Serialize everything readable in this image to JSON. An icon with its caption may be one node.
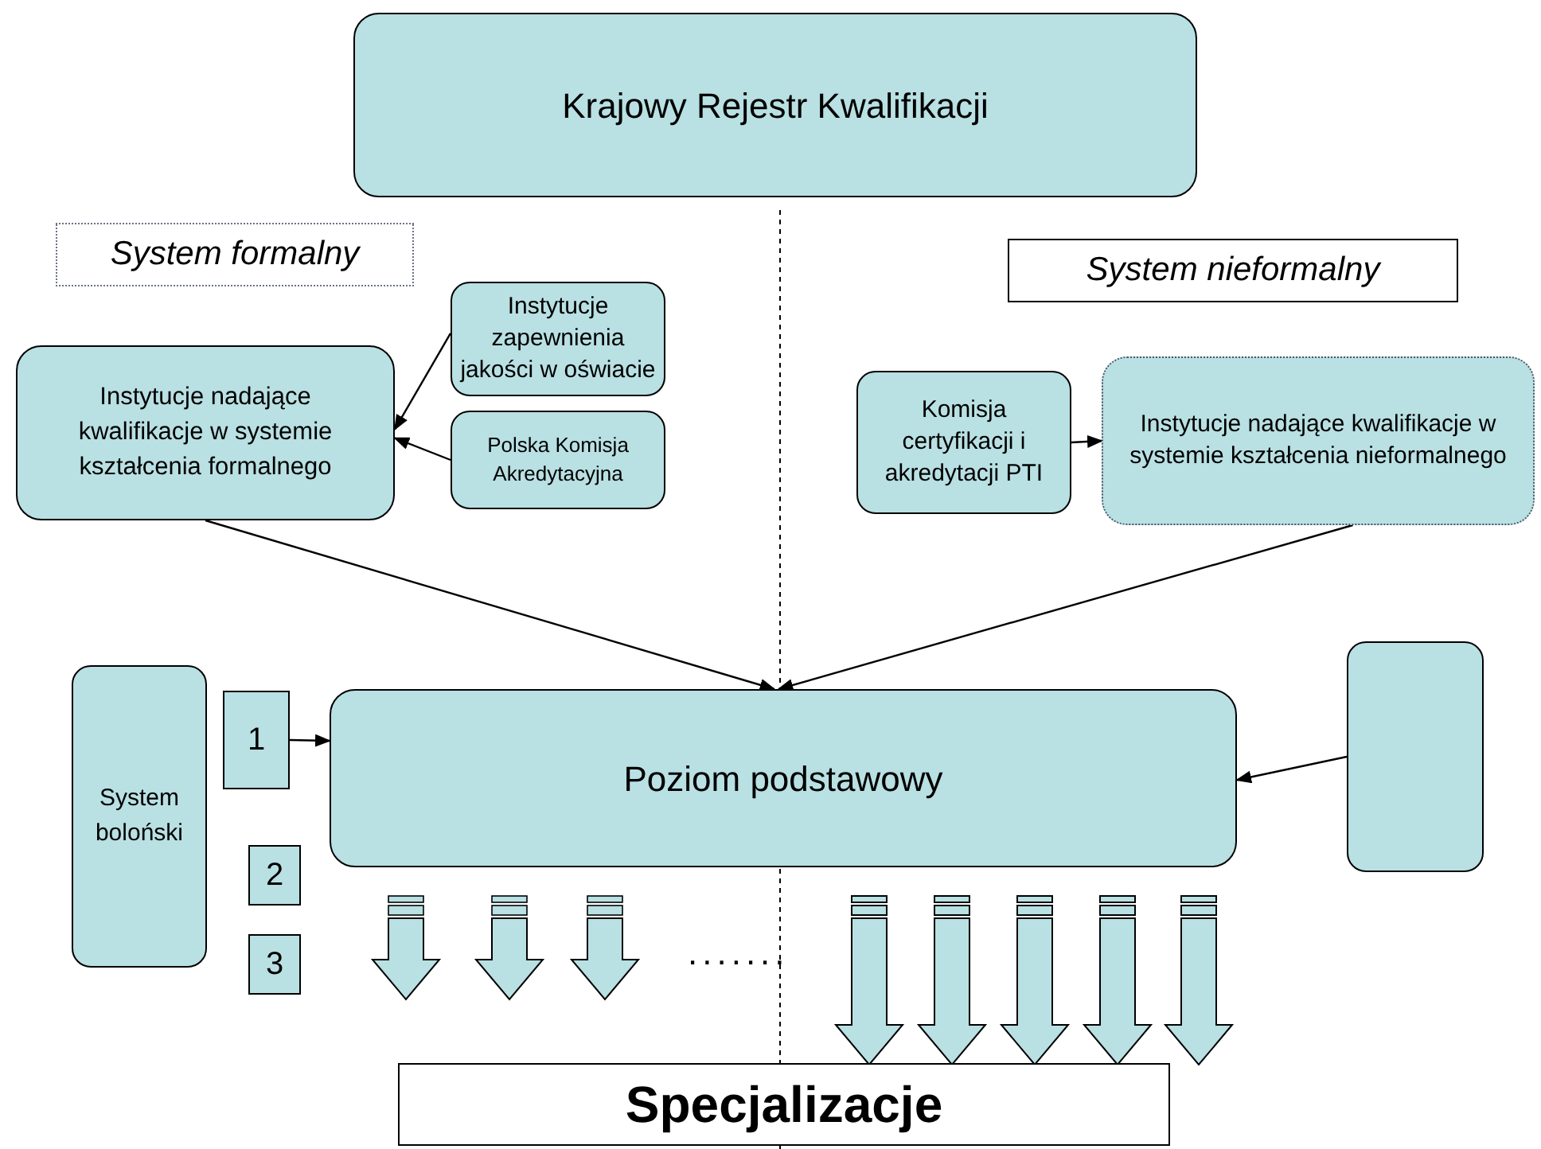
{
  "diagram": {
    "nodes": [
      {
        "text": [
          "Krajowy Rejestr Kwalifikacji"
        ]
      },
      {
        "text": [
          "System formalny"
        ]
      },
      {
        "text": [
          "System nieformalny"
        ]
      },
      {
        "text": [
          "Instytucje zapewnienia jakości w oświacie"
        ]
      },
      {
        "text": [
          "Instytucje nadające kwalifikacje w systemie kształcenia formalnego"
        ]
      },
      {
        "text": [
          "Polska Komisja Akredytacyjna"
        ]
      },
      {
        "text": [
          "Komisja certyfikacji i akredytacji PTI"
        ]
      },
      {
        "text": [
          "Instytucje nadające kwalifikacje  w systemie kształcenia nieformalnego"
        ]
      },
      {
        "text": [
          "System boloński"
        ]
      },
      {
        "text": [
          "1"
        ]
      },
      {
        "text": [
          "Poziom podstawowy"
        ]
      },
      {
        "text": [],
        "shape": "box"
      },
      {
        "text": [
          "2"
        ]
      },
      {
        "text": [
          "3"
        ]
      },
      {
        "text": [
          "Specjalizacje"
        ]
      }
    ],
    "edges": [
      {
        "from": 3,
        "to": 4,
        "arrow": "to"
      },
      {
        "from": 5,
        "to": 4,
        "arrow": "to"
      },
      {
        "from": 6,
        "to": 7,
        "arrow": "to"
      },
      {
        "from": 4,
        "to": 10,
        "arrow": "to"
      },
      {
        "from": 7,
        "to": 10,
        "arrow": "to"
      },
      {
        "from": 9,
        "to": 10,
        "arrow": "to"
      },
      {
        "from": 11,
        "to": 10,
        "arrow": "to"
      },
      {
        "from": null,
        "to": 14,
        "arrow": "to",
        "style": "thick"
      },
      {
        "from": null,
        "to": 14,
        "arrow": "to",
        "style": "thick"
      },
      {
        "from": null,
        "to": 14,
        "arrow": "to",
        "style": "thick"
      },
      {
        "from": null,
        "to": 14,
        "arrow": "to",
        "style": "thick"
      },
      {
        "from": null,
        "to": 14,
        "arrow": "to",
        "style": "thick"
      }
    ],
    "labels": [
      "......."
    ]
  }
}
